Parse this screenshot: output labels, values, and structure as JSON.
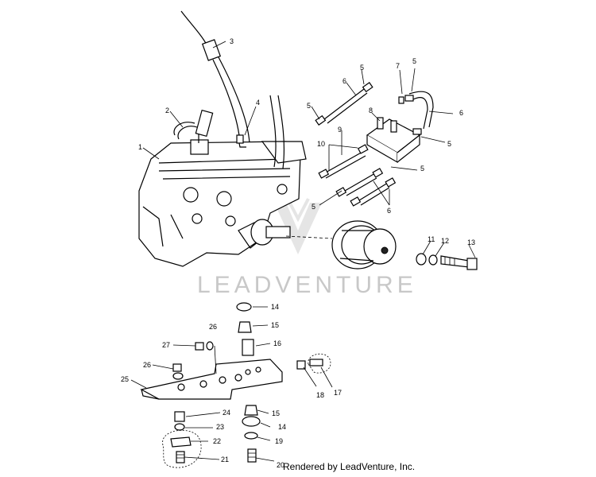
{
  "diagram": {
    "callouts": [
      "1",
      "2",
      "3",
      "4",
      "5",
      "5",
      "5",
      "5",
      "5",
      "5",
      "6",
      "6",
      "6",
      "7",
      "8",
      "9",
      "10",
      "11",
      "12",
      "13",
      "14",
      "15",
      "16",
      "14",
      "15",
      "17",
      "18",
      "19",
      "20",
      "21",
      "22",
      "23",
      "24",
      "25",
      "26",
      "26",
      "27"
    ],
    "watermark": "LEADVENTURE",
    "credit": "Rendered by LeadVenture, Inc."
  },
  "colors": {
    "line": "#000000",
    "watermark": "#c8c8c8",
    "background": "#ffffff"
  }
}
